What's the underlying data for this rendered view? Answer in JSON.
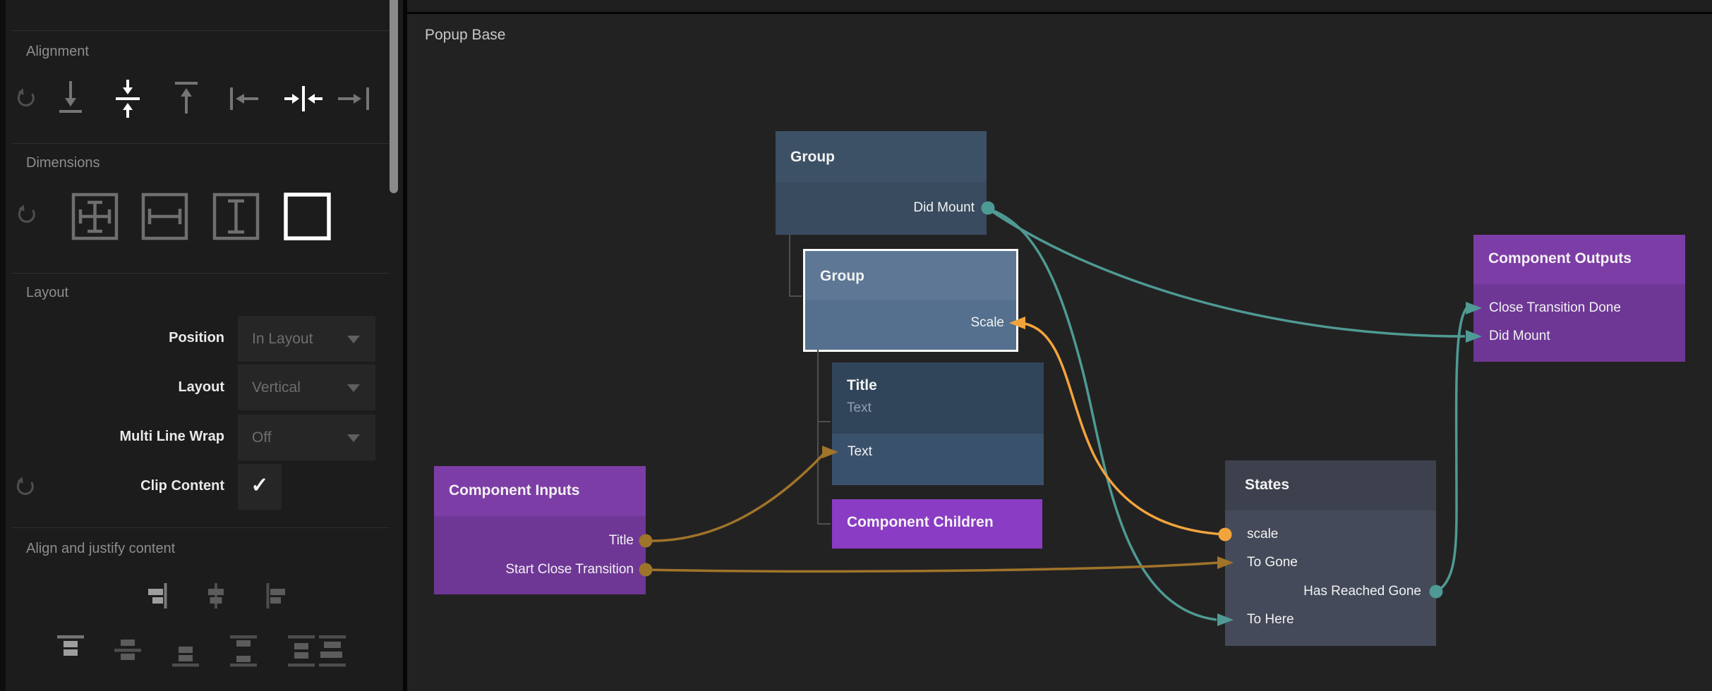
{
  "colors": {
    "teal": "#4f9a94",
    "gold": "#a0742a",
    "orange": "#f2a43c",
    "panel_bg": "#1c1c1c",
    "canvas_bg": "#232222",
    "node_blue_header": "#3d5166",
    "node_blue_body": "#394b5f",
    "node_blue_selected_header": "#5d7795",
    "node_blue_selected_body": "#54708e",
    "node_gray_header": "#3c414d",
    "node_gray_body": "#444a59",
    "node_purple_header": "#7d3da6",
    "node_purple_body": "#6e3795",
    "node_purple_plain": "#8a3cc4",
    "selection_border": "#ffffff"
  },
  "left_panel": {
    "alignment": {
      "title": "Alignment",
      "icons": [
        "reset-icon",
        "align-bottom-icon",
        "align-vertical-center-icon",
        "align-top-icon",
        "align-left-icon",
        "align-horizontal-center-icon",
        "align-right-icon"
      ],
      "active": [
        "align-vertical-center-icon",
        "align-horizontal-center-icon"
      ]
    },
    "dimensions": {
      "title": "Dimensions",
      "icons": [
        "reset-icon",
        "size-both-icon",
        "size-width-icon",
        "size-height-icon",
        "size-content-icon"
      ],
      "active": [
        "size-content-icon"
      ]
    },
    "layout": {
      "title": "Layout",
      "rows": [
        {
          "label": "Position",
          "value": "In Layout"
        },
        {
          "label": "Layout",
          "value": "Vertical"
        },
        {
          "label": "Multi Line Wrap",
          "value": "Off"
        }
      ],
      "clip": {
        "label": "Clip Content",
        "check": "✓"
      }
    },
    "align_justify": {
      "title": "Align and justify content",
      "row1_icons": [
        "justify-right-icon",
        "justify-center-h-icon",
        "justify-left-icon"
      ],
      "row2_icons": [
        "justify-top-icon",
        "justify-middle-icon",
        "justify-bottom-icon",
        "space-between-icon",
        "space-around-icon",
        "space-evenly-icon"
      ],
      "active": [
        "justify-right-icon",
        "justify-top-icon"
      ]
    }
  },
  "canvas": {
    "title": "Popup Base",
    "nodes": {
      "group1": {
        "title": "Group",
        "out_port": "Did Mount"
      },
      "group2": {
        "title": "Group",
        "in_port": "Scale",
        "selected": true
      },
      "title_node": {
        "title": "Title",
        "subtitle": "Text",
        "in_port": "Text"
      },
      "children": {
        "title": "Component Children"
      },
      "inputs": {
        "title": "Component Inputs",
        "ports": [
          "Title",
          "Start Close Transition"
        ]
      },
      "states": {
        "title": "States",
        "ports": [
          "scale",
          "To Gone",
          "Has Reached Gone",
          "To Here"
        ]
      },
      "outputs": {
        "title": "Component Outputs",
        "ports": [
          "Close Transition Done",
          "Did Mount"
        ]
      }
    },
    "connections": [
      {
        "from": "Group.Did Mount",
        "to": "Component Outputs.Did Mount",
        "color": "teal"
      },
      {
        "from": "Group.Did Mount",
        "to": "States.To Here",
        "color": "teal"
      },
      {
        "from": "States.Has Reached Gone",
        "to": "Component Outputs.Close Transition Done",
        "color": "teal"
      },
      {
        "from": "Component Inputs.Title",
        "to": "Title.Text",
        "color": "gold"
      },
      {
        "from": "Component Inputs.Start Close Transition",
        "to": "States.To Gone",
        "color": "gold"
      },
      {
        "from": "States.scale",
        "to": "Group.Scale",
        "color": "orange"
      }
    ]
  }
}
